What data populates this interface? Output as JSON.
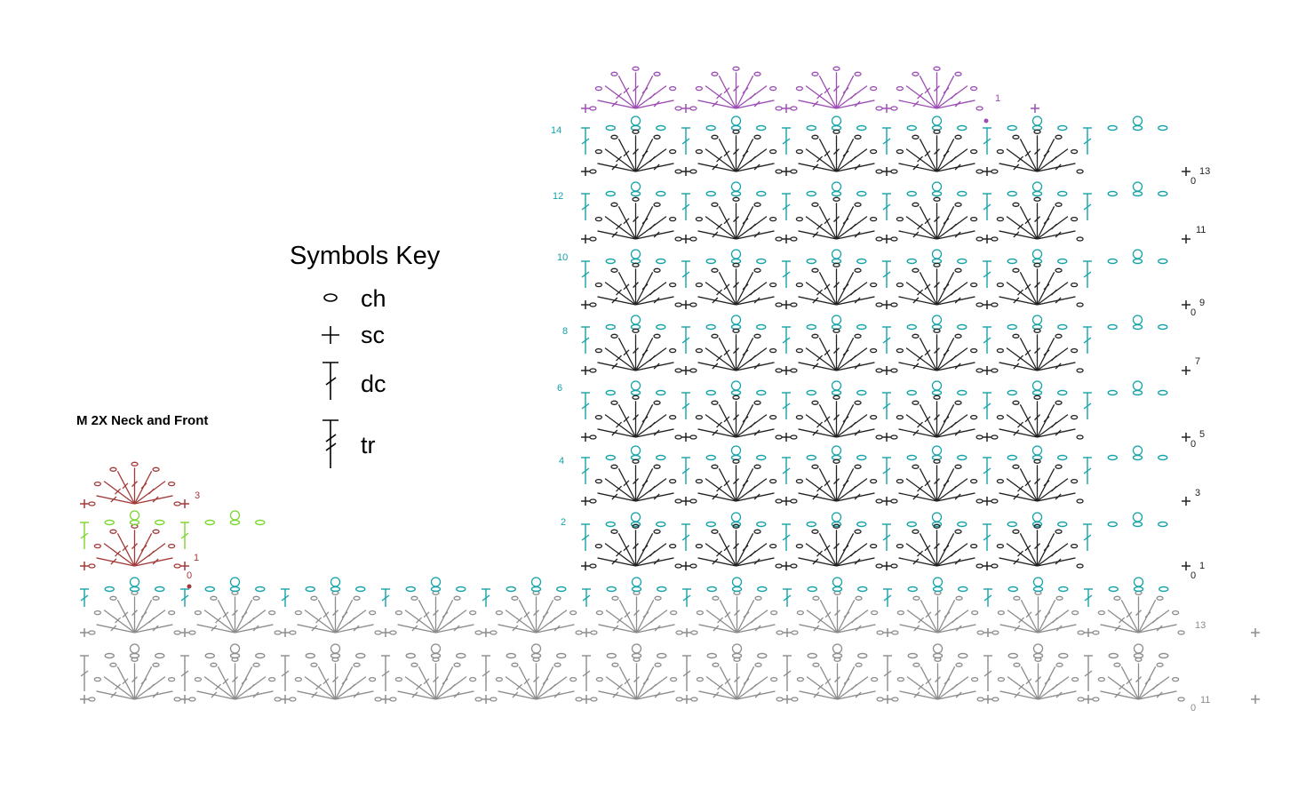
{
  "title": "M 2X Neck and Front",
  "key": {
    "heading": "Symbols Key",
    "items": [
      {
        "icon": "chain-stitch-icon",
        "label": "ch"
      },
      {
        "icon": "single-crochet-icon",
        "label": "sc"
      },
      {
        "icon": "double-crochet-icon",
        "label": "dc"
      },
      {
        "icon": "treble-crochet-icon",
        "label": "tr"
      }
    ]
  },
  "colors": {
    "gray": "#8c8c8c",
    "teal": "#14a3a8",
    "black": "#222222",
    "purple": "#9c4db3",
    "red": "#a33a3a",
    "green": "#7cd62c",
    "row_number": "#14a3a8",
    "text": "#000000"
  },
  "neck": {
    "row_numbers": [
      "1",
      "3"
    ],
    "base_marker": "0"
  },
  "front": {
    "left_row_numbers": [
      "2",
      "4",
      "6",
      "8",
      "10",
      "12",
      "14"
    ],
    "right_row_numbers": [
      "1",
      "3",
      "5",
      "7",
      "9",
      "11",
      "13"
    ],
    "top_row_number": "1",
    "base_marker": "0"
  },
  "body": {
    "right_row_numbers": [
      "11",
      "13"
    ],
    "base_marker": "0"
  }
}
